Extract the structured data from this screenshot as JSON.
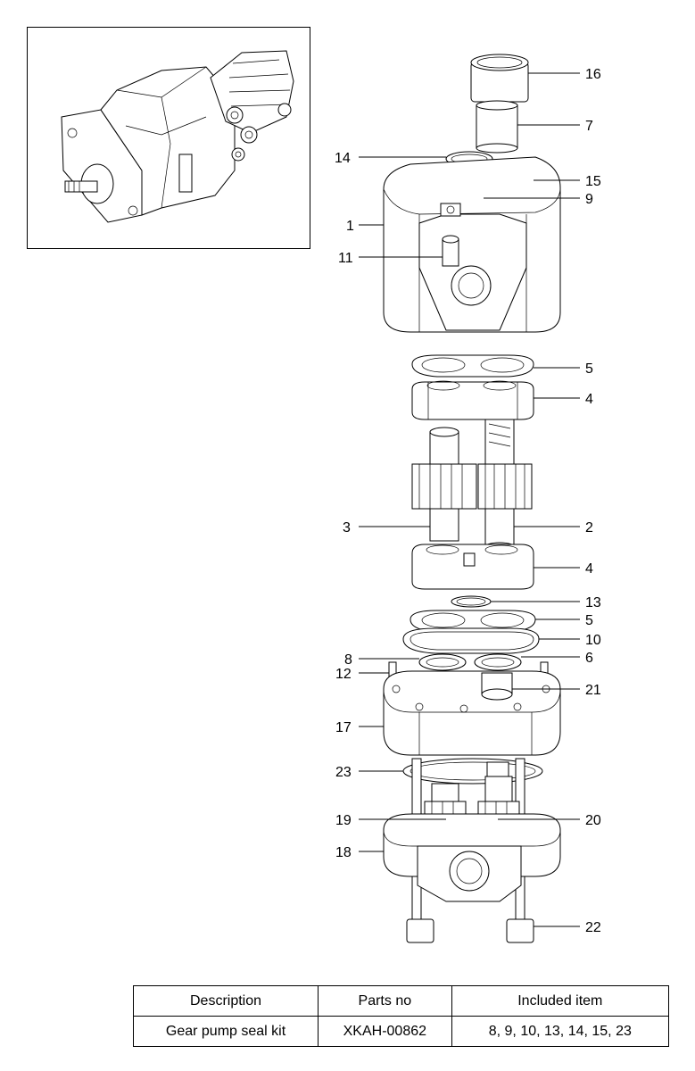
{
  "callouts": {
    "c16": "16",
    "c7": "7",
    "c14": "14",
    "c15": "15",
    "c9": "9",
    "c1": "1",
    "c11": "11",
    "c5a": "5",
    "c4a": "4",
    "c3": "3",
    "c2": "2",
    "c4b": "4",
    "c13": "13",
    "c5b": "5",
    "c10": "10",
    "c8": "8",
    "c6": "6",
    "c12": "12",
    "c21": "21",
    "c17": "17",
    "c23": "23",
    "c19": "19",
    "c20": "20",
    "c18": "18",
    "c22": "22"
  },
  "table": {
    "headers": [
      "Description",
      "Parts no",
      "Included item"
    ],
    "rows": [
      [
        "Gear pump seal kit",
        "XKAH-00862",
        "8, 9, 10, 13, 14, 15, 23"
      ]
    ]
  }
}
